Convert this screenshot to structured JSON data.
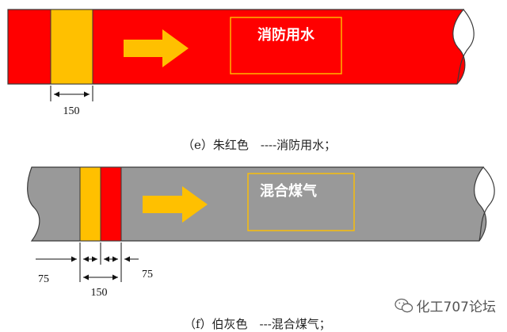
{
  "figure_e": {
    "label_text": "消防用水",
    "dimension": "150",
    "caption": "（e）朱红色　----消防用水；",
    "pipe_color": "#ff0000",
    "band_color": "#ffc000",
    "arrow_color": "#ffc000",
    "label_color": "#ffffff"
  },
  "figure_f": {
    "label_text": "混合煤气",
    "dimension_left": "75",
    "dimension_middle": "150",
    "dimension_right": "75",
    "caption": "（f）伯灰色　---混合煤气；",
    "pipe_color": "#999999",
    "band1_color": "#ffc000",
    "band2_color": "#ff0000",
    "arrow_color": "#ffc000",
    "label_color": "#ffffff"
  },
  "watermark": {
    "icon": "wechat-icon",
    "text": "化工707论坛"
  }
}
